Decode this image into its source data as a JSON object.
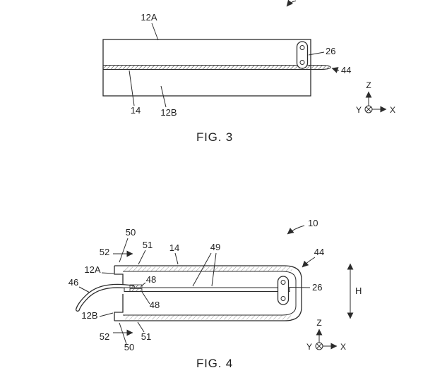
{
  "style": {
    "line_color": "#2b2b2b",
    "background": "#ffffff"
  },
  "fig3": {
    "caption": "FIG. 3",
    "labels": {
      "n12A": "12A",
      "n26": "26",
      "n44": "44",
      "n14": "14",
      "n12B": "12B"
    },
    "axes": {
      "z": "Z",
      "y": "Y",
      "x": "X"
    }
  },
  "fig4": {
    "caption": "FIG. 4",
    "labels": {
      "n10": "10",
      "n50_top": "50",
      "n52_top": "52",
      "n51_top": "51",
      "n14": "14",
      "n49": "49",
      "n44": "44",
      "n12A": "12A",
      "n46": "46",
      "n48_top": "48",
      "n48_bot": "48",
      "n26": "26",
      "n12B": "12B",
      "n52_bot": "52",
      "n51_bot": "51",
      "n50_bot": "50",
      "nH": "H"
    },
    "axes": {
      "z": "Z",
      "y": "Y",
      "x": "X"
    }
  }
}
